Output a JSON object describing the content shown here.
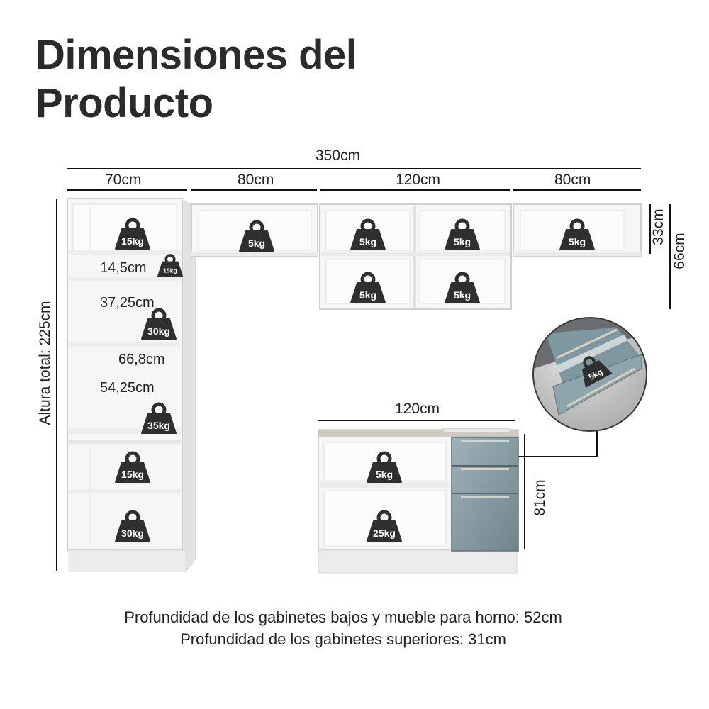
{
  "title": {
    "line1": "Dimensiones del",
    "line2": "Producto"
  },
  "dimensions": {
    "total_width": "350cm",
    "tall_width": "70cm",
    "upper_left_width": "80cm",
    "upper_mid_width": "120cm",
    "upper_right_width": "80cm",
    "upper_height": "33cm",
    "upper_total_height": "66cm",
    "total_height": "Altura total: 225cm",
    "shelf_1": "14,5cm",
    "shelf_2": "37,25cm",
    "oven_width": "66,8cm",
    "shelf_3": "54,25cm",
    "base_width": "120cm",
    "base_height": "81cm"
  },
  "weights": {
    "tall_top": "15kg",
    "tall_small": "15kg",
    "tall_2": "30kg",
    "tall_3": "35kg",
    "tall_4": "15kg",
    "tall_5": "30kg",
    "upper_left": "5kg",
    "upper_mid_1": "5kg",
    "upper_mid_2": "5kg",
    "upper_mid_3": "5kg",
    "upper_mid_4": "5kg",
    "upper_right": "5kg",
    "base_top": "5kg",
    "base_bottom": "25kg",
    "drawer": "5kg"
  },
  "footer": {
    "line1": "Profundidad de los gabinetes bajos y mueble para horno: 52cm",
    "line2": "Profundidad de los gabinetes superiores: 31cm"
  },
  "colors": {
    "cabinet": "#f6f6f6",
    "edge": "#cfcfcf",
    "drawer_front": "#8a9ea6",
    "weight": "#2f2f2f"
  }
}
